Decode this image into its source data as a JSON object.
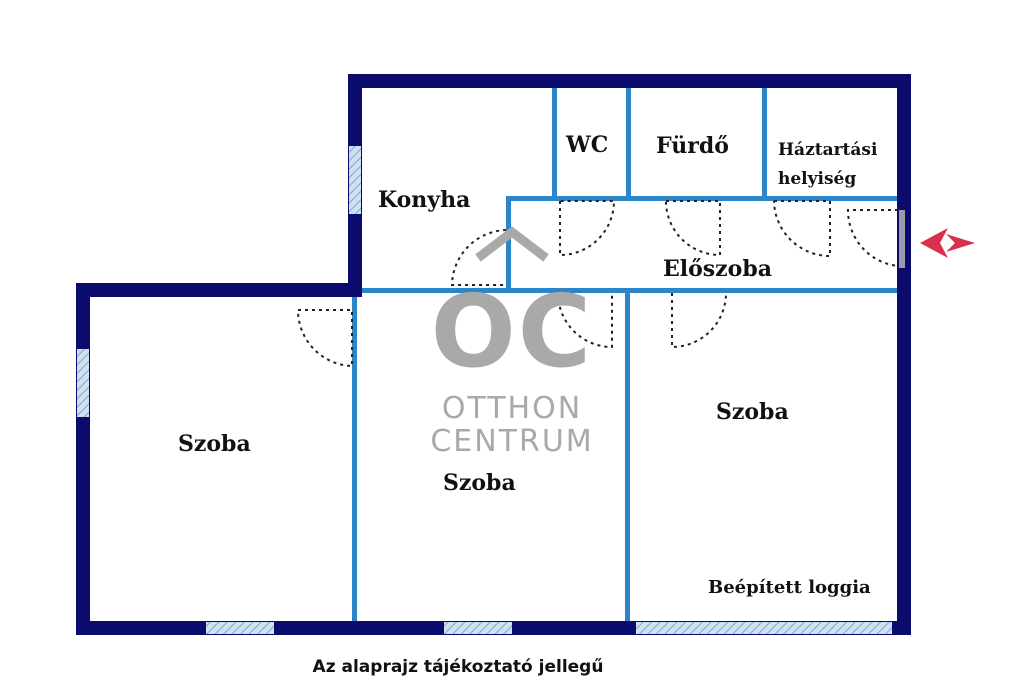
{
  "colors": {
    "outer_wall": "#0b0b6e",
    "inner_wall": "#2a86c8",
    "window": "#a9c8e4",
    "arrow": "#d9304f",
    "watermark": "#a9a9a9"
  },
  "rooms": {
    "konyha": "Konyha",
    "wc": "WC",
    "furdo": "Fürdő",
    "haztartasi_line1": "Háztartási",
    "haztartasi_line2": "helyiség",
    "eloszoba": "Előszoba",
    "szoba_left": "Szoba",
    "szoba_middle": "Szoba",
    "szoba_right": "Szoba",
    "loggia": "Beépített loggia"
  },
  "watermark": {
    "logo": "OC",
    "line1": "OTTHON",
    "line2": "CENTRUM"
  },
  "caption": "Az alaprajz tájékoztató jellegű",
  "icons": {
    "entrance": "entrance-arrow-icon"
  }
}
